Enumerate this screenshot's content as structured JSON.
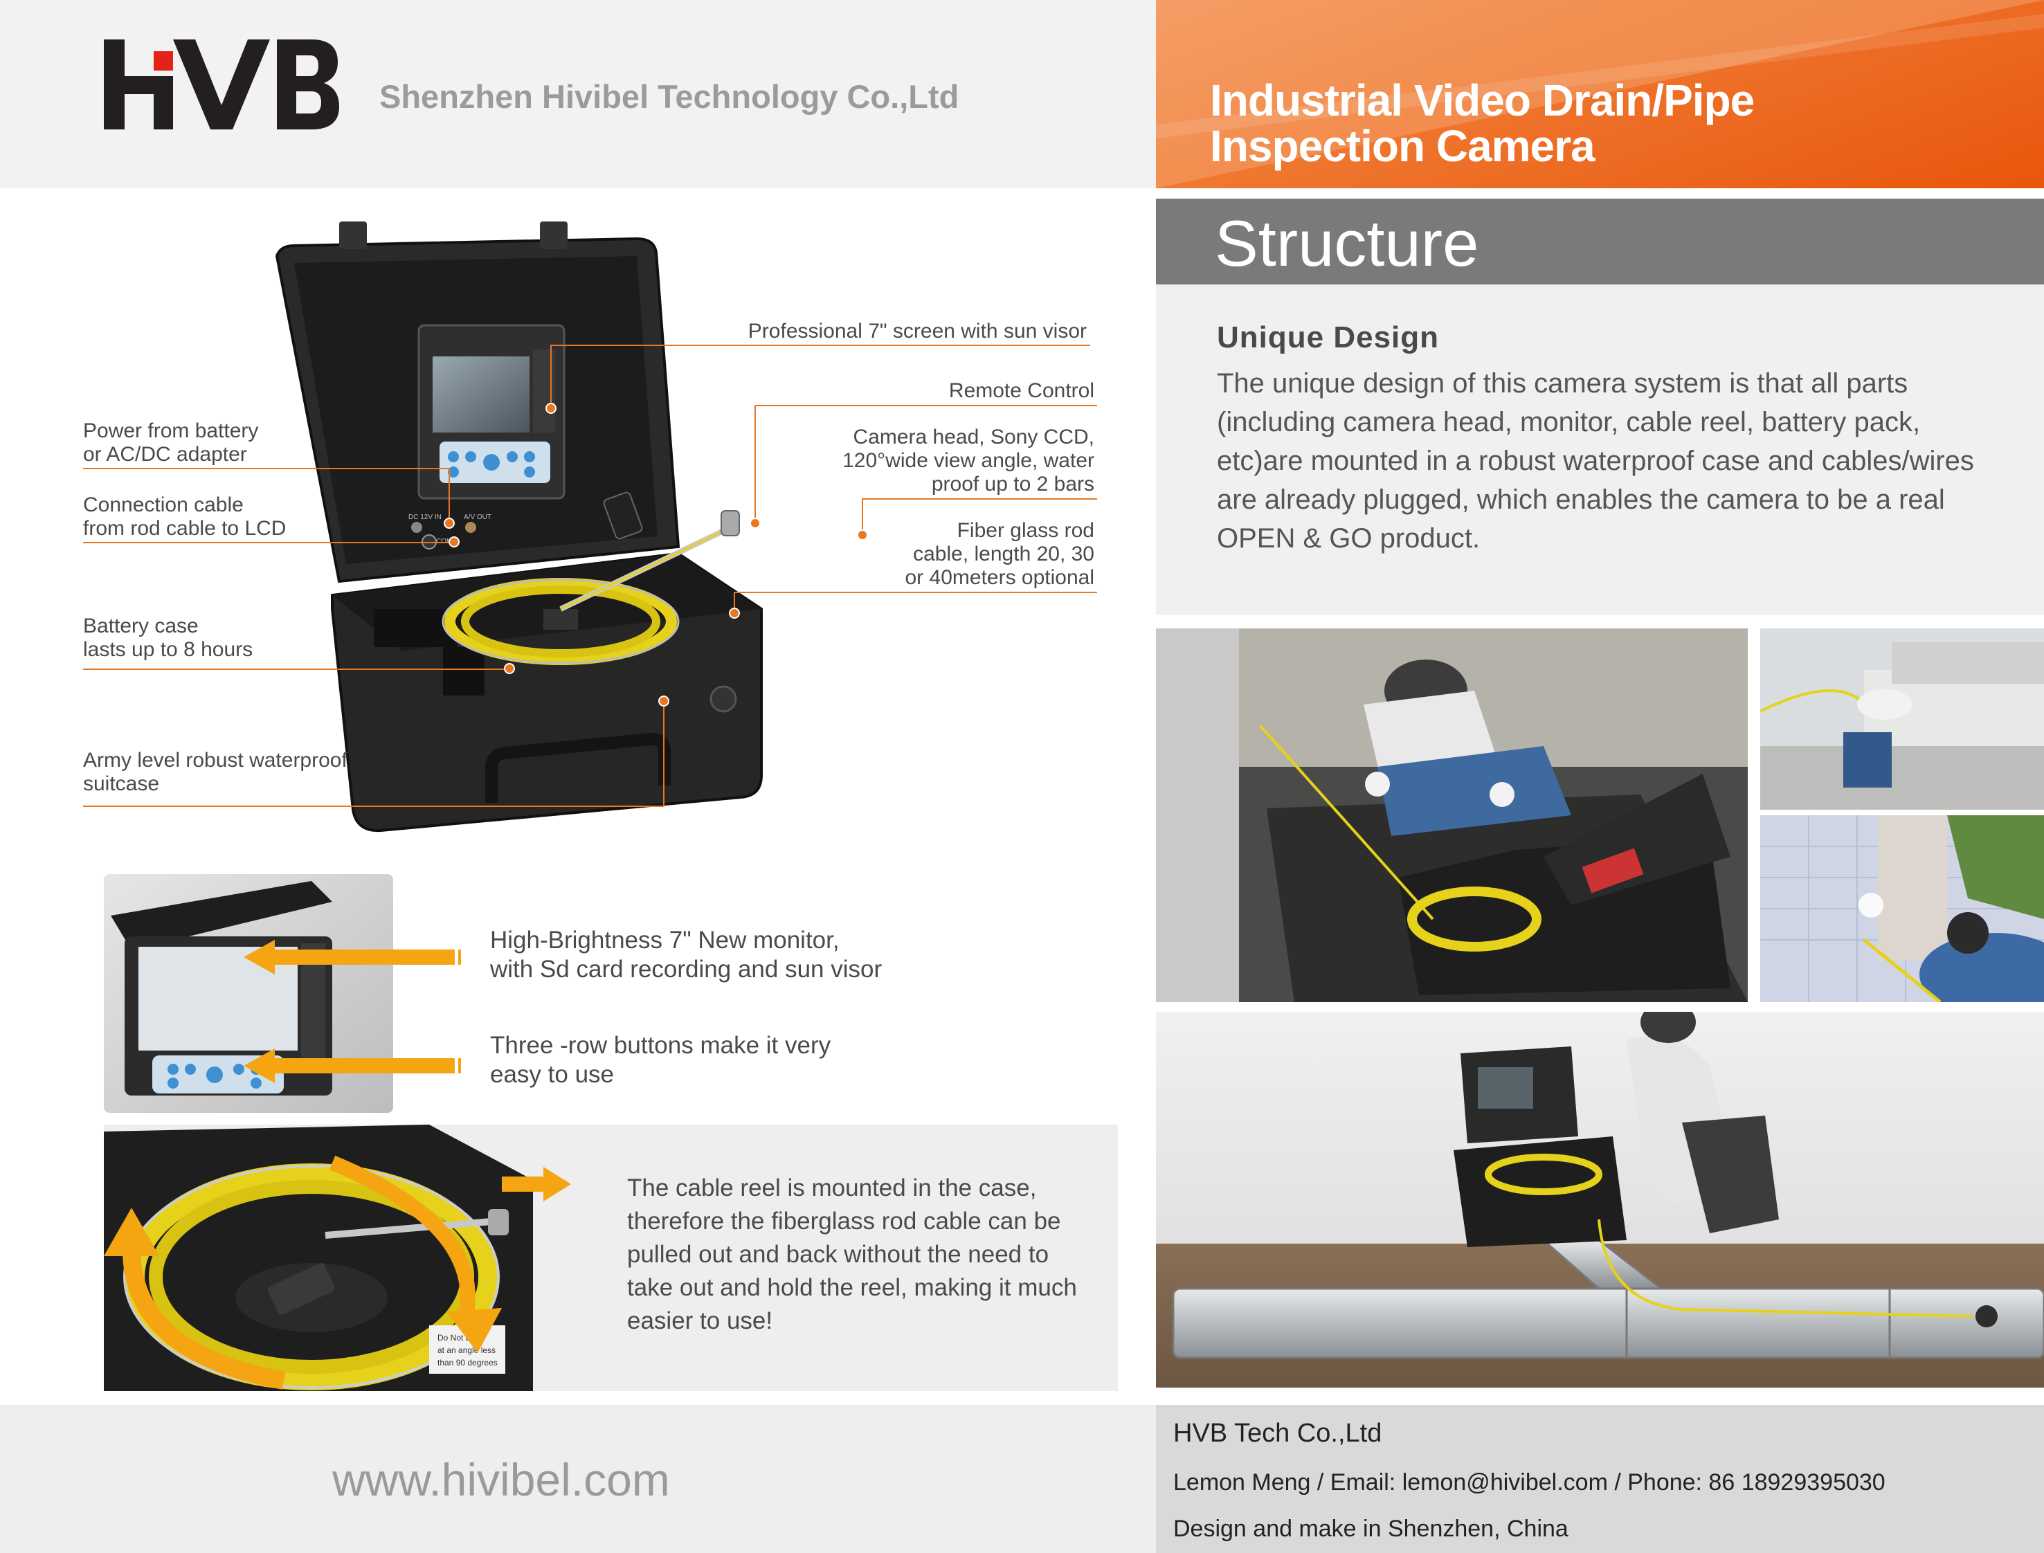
{
  "header": {
    "logo_text": "HVB",
    "company": "Shenzhen Hivibel Technology Co.,Ltd",
    "product_title_line1": "Industrial Video Drain/Pipe",
    "product_title_line2": "Inspection Camera",
    "colors": {
      "accent": "#e8560c",
      "logo_dark": "#231f20",
      "logo_red": "#e2231a"
    }
  },
  "structure": {
    "title": "Structure",
    "heading": "Unique Design",
    "body": "The unique design of this camera system is that all parts (including camera head, monitor, cable reel, battery pack, etc)are mounted in a robust waterproof case and cables/wires are already plugged, which enables the camera to be a real OPEN & GO product."
  },
  "callouts": {
    "screen": "Professional 7\" screen with sun visor",
    "remote": "Remote Control",
    "camera_head": [
      "Camera head, Sony CCD,",
      "120°wide view angle, water",
      "proof up to 2 bars"
    ],
    "rod_cable": [
      "Fiber glass rod",
      "cable, length 20, 30",
      "or 40meters optional"
    ],
    "power": [
      "Power from battery",
      "or AC/DC adapter"
    ],
    "connection": [
      "Connection cable",
      "from rod cable to LCD"
    ],
    "battery": [
      "Battery case",
      "lasts up to 8 hours"
    ],
    "suitcase": [
      "Army level robust waterproof",
      "suitcase"
    ],
    "panel_labels": {
      "dc": "DC 12V IN",
      "av": "A/V OUT",
      "com": "COM"
    }
  },
  "features": {
    "monitor": [
      "High-Brightness  7\" New monitor,",
      "with Sd card recording  and sun visor"
    ],
    "buttons": [
      "Three -row buttons make it very",
      "easy to use"
    ],
    "reel": "The cable reel is mounted in the case, therefore the fiberglass rod cable can be pulled out and back  without the need to take out and hold the reel, making it much easier to use!",
    "reel_sticker": [
      "Do Not Bend",
      "at an angle less",
      "than 90 degrees"
    ]
  },
  "footer": {
    "website": "www.hivibel.com",
    "company": "HVB Tech Co.,Ltd",
    "contact": "Lemon Meng / Email: lemon@hivibel.com / Phone: 86 18929395030",
    "made": "Design and make in Shenzhen, China"
  }
}
